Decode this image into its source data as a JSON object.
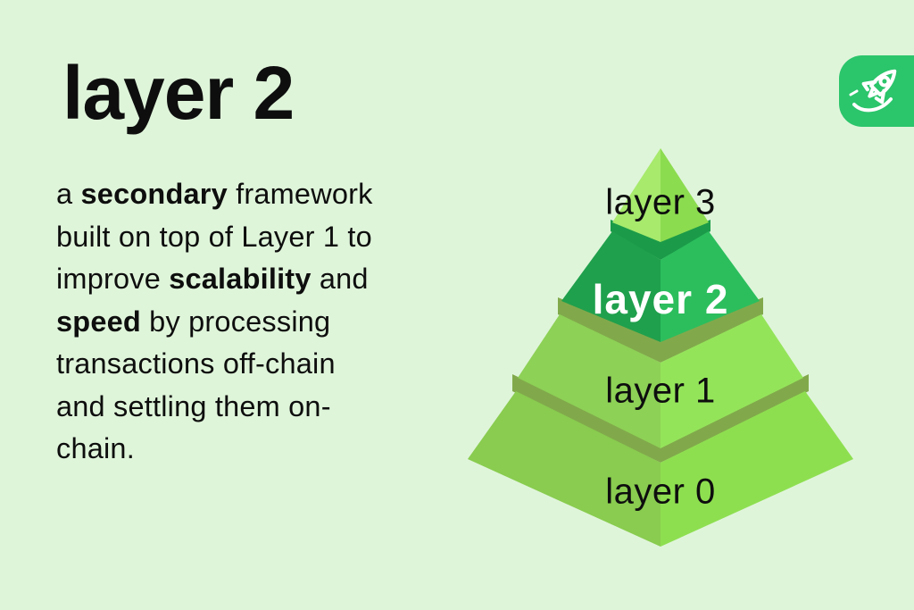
{
  "colors": {
    "background": "#DFF5DA",
    "text": "#0E0E0E",
    "band_olive": "#81A94B",
    "band_dark_green": "#1B9B49"
  },
  "title": "layer 2",
  "definition": {
    "lines": [
      [
        {
          "t": "a "
        },
        {
          "t": "secondary",
          "b": true
        },
        {
          "t": " framework"
        }
      ],
      [
        {
          "t": "built on top of Layer 1 to"
        }
      ],
      [
        {
          "t": "improve "
        },
        {
          "t": "scalability",
          "b": true
        },
        {
          "t": " and"
        }
      ],
      [
        {
          "t": "speed",
          "b": true
        },
        {
          "t": " by processing"
        }
      ],
      [
        {
          "t": "transactions off-chain"
        }
      ],
      [
        {
          "t": "and settling them on-"
        }
      ],
      [
        {
          "t": "chain."
        }
      ]
    ]
  },
  "badge": {
    "icon": "rocket-icon",
    "bg": "#2BC56B",
    "stroke": "#FFFFFF"
  },
  "pyramid": {
    "levels": [
      {
        "id": "layer-3",
        "label": "layer 3",
        "left_color": "#A7EA6C",
        "right_color": "#8CDC4F",
        "label_color": "#0E0E0E"
      },
      {
        "id": "layer-2",
        "label": "layer 2",
        "left_color": "#1FA04C",
        "right_color": "#2CBE5D",
        "top_color": "#1B9B49",
        "label_color": "#FFFFFF"
      },
      {
        "id": "layer-1",
        "label": "layer 1",
        "left_color": "#8DD156",
        "right_color": "#94E45A",
        "top_color": "#81A94B",
        "label_color": "#0E0E0E"
      },
      {
        "id": "layer-0",
        "label": "layer 0",
        "left_color": "#89CC4F",
        "right_color": "#8EDF50",
        "top_color": "#81A94B",
        "label_color": "#0E0E0E"
      }
    ]
  }
}
